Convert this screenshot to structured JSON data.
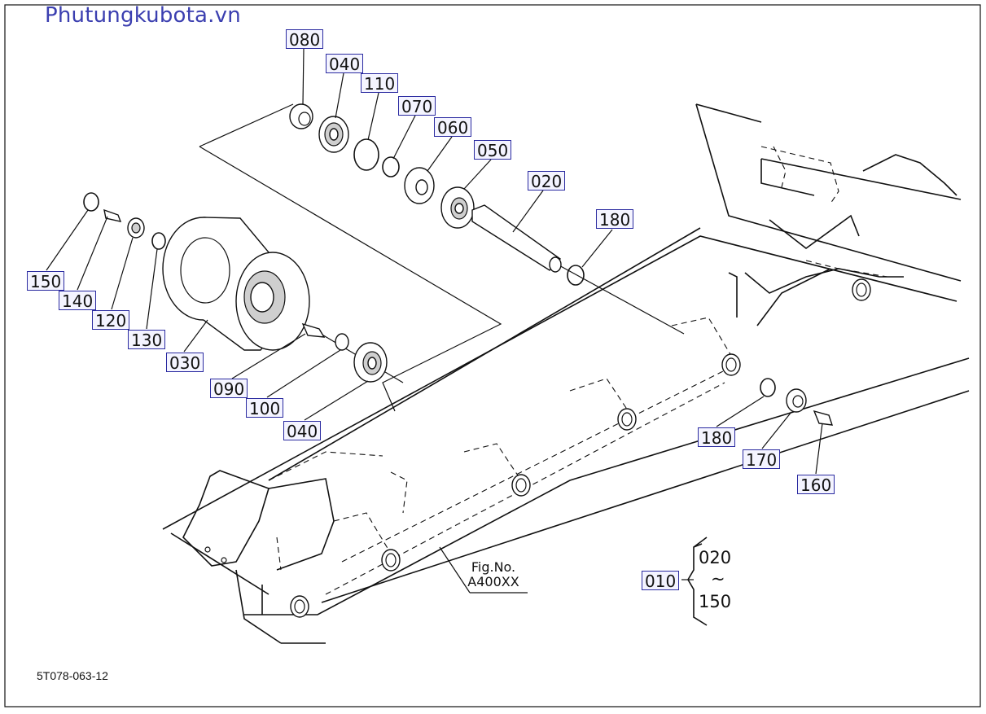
{
  "watermark": "Phutungkubota.vn",
  "drawing_code": "5T078-063-12",
  "figure_ref": {
    "line1": "Fig.No.",
    "line2": "A400XX"
  },
  "assembly": {
    "tag": "010",
    "from": "020",
    "tilde": "~",
    "to": "150"
  },
  "part_tags": [
    "080",
    "040",
    "110",
    "070",
    "060",
    "050",
    "020",
    "180",
    "150",
    "140",
    "120",
    "130",
    "030",
    "090",
    "100",
    "040",
    "180",
    "170",
    "160"
  ]
}
